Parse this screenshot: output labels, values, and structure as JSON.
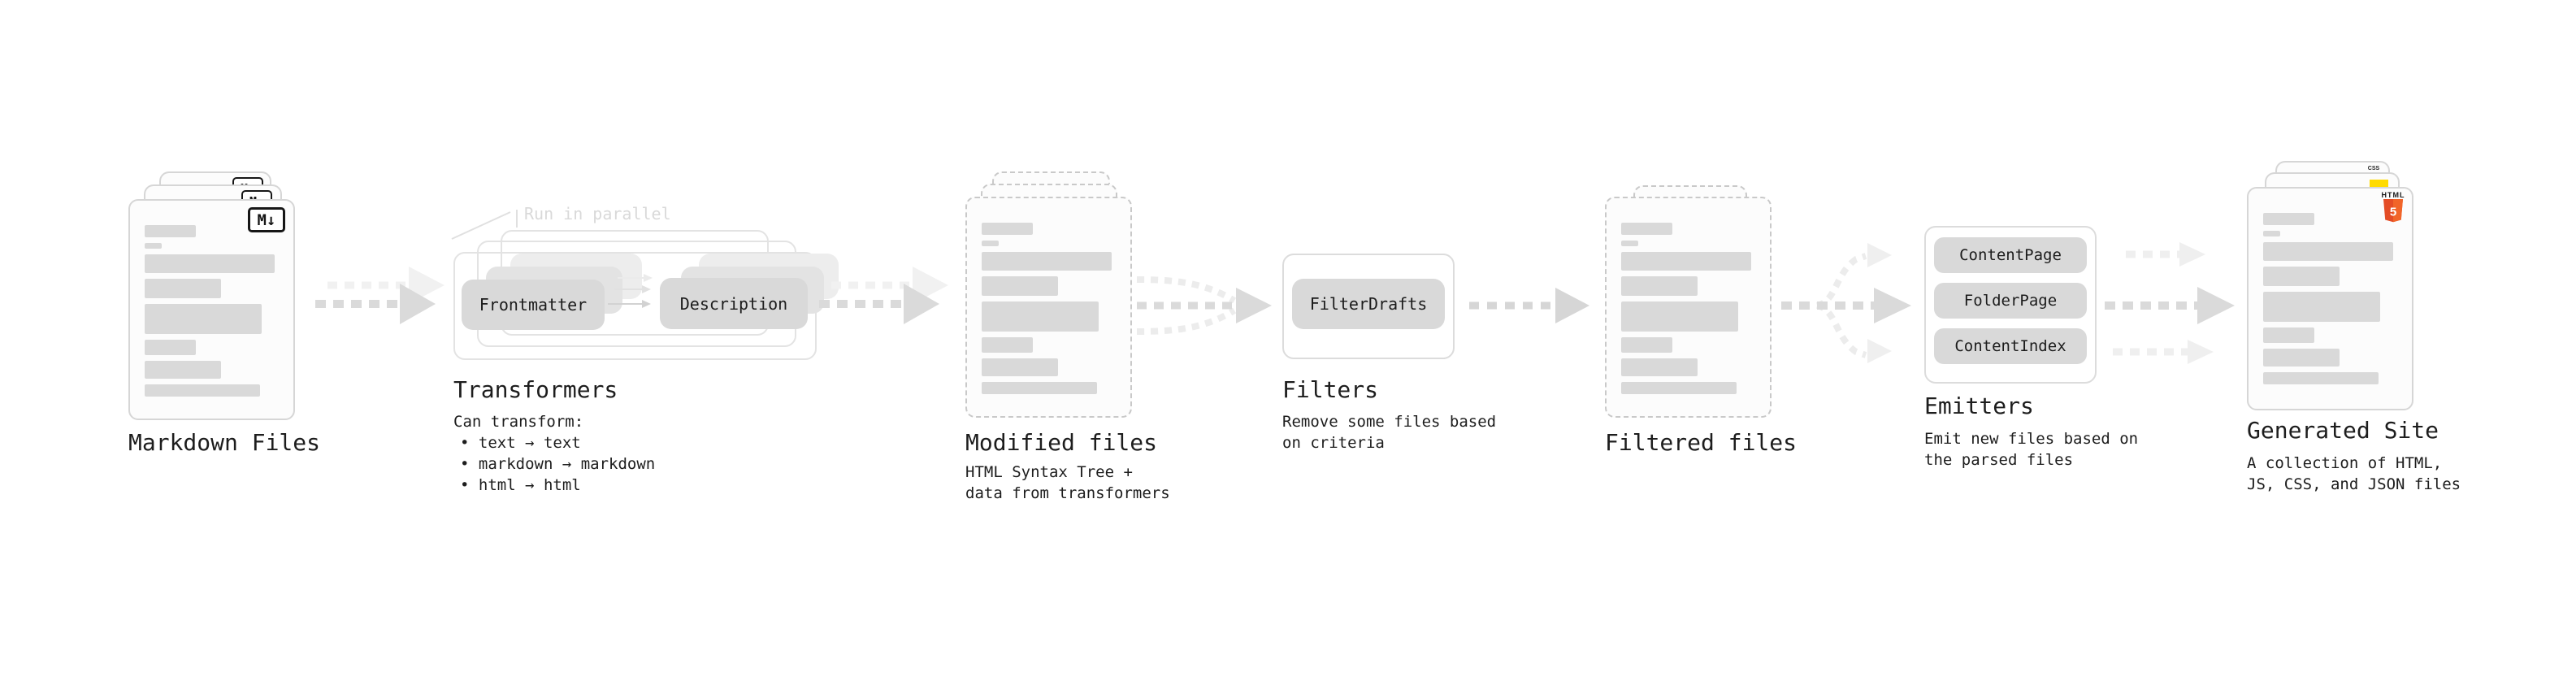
{
  "diagram": {
    "markdown_files": {
      "label": "Markdown Files",
      "icon": "M↓"
    },
    "transformers": {
      "label": "Transformers",
      "note": "Run in parallel",
      "pill_left": "Frontmatter",
      "pill_right": "Description",
      "desc_heading": "Can transform:",
      "bullets": [
        "• text → text",
        "• markdown → markdown",
        "• html → html"
      ]
    },
    "modified_files": {
      "label": "Modified files",
      "desc_line1": "HTML Syntax Tree +",
      "desc_line2": "data from transformers"
    },
    "filters": {
      "label": "Filters",
      "pill": "FilterDrafts",
      "desc_line1": "Remove some files based",
      "desc_line2": "on criteria"
    },
    "filtered_files": {
      "label": "Filtered files"
    },
    "emitters": {
      "label": "Emitters",
      "pills": [
        "ContentPage",
        "FolderPage",
        "ContentIndex"
      ],
      "desc_line1": "Emit new files based on",
      "desc_line2": "the parsed files"
    },
    "generated_site": {
      "label": "Generated Site",
      "desc_line1": "A collection of HTML,",
      "desc_line2": "JS, CSS, and JSON files",
      "css_badge": "CSS",
      "html_badge_text": "HTML",
      "html_badge_digit": "5"
    }
  },
  "colors": {
    "background": "#ffffff",
    "card_bg": "#fcfcfc",
    "card_border": "#d6d6d6",
    "dashed_border": "#c9c9c9",
    "placeholder_bar": "#d9d9d9",
    "pill": "#d9d9d9",
    "box_border": "#e3e3e3",
    "arrow_main": "#dadada",
    "arrow_ghost": "#f1f1f1",
    "text": "#1d1d1d",
    "note_text": "#d9d9d9",
    "html5_orange": "#e44d26",
    "html5_orange_light": "#f16529",
    "js_yellow": "#ffdb00",
    "css_blue": "#2b6bf3"
  }
}
